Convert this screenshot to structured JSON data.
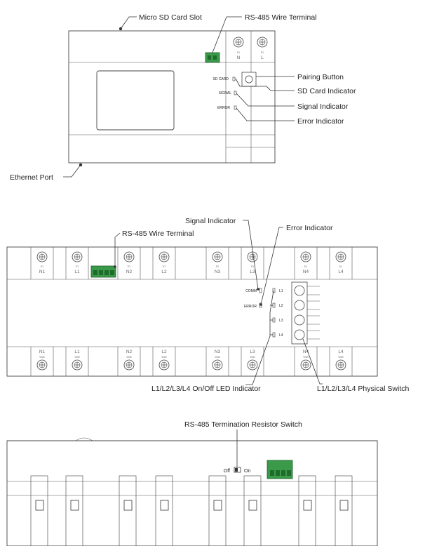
{
  "top_view": {
    "labels": {
      "micro_sd_slot": "Micro SD Card Slot",
      "rs485_terminal": "RS-485 Wire Terminal",
      "pairing_button": "Pairing Button",
      "sd_card_indicator": "SD Card Indicator",
      "signal_indicator": "Signal Indicator",
      "error_indicator": "Error Indicator",
      "ethernet_port": "Ethernet Port"
    },
    "led_texts": {
      "sd_card": "SD CARD",
      "signal": "SIGNAL",
      "error": "ERROR"
    },
    "terminals": [
      {
        "top": "In",
        "bottom": "N"
      },
      {
        "top": "In",
        "bottom": "L"
      }
    ]
  },
  "middle_view": {
    "labels": {
      "signal_indicator": "Signal Indicator",
      "rs485_terminal": "RS-485 Wire Terminal",
      "error_indicator": "Error Indicator",
      "led_indicator": "L1/L2/L3/L4 On/Off LED Indicator",
      "physical_switch": "L1/L2/L3/L4  Physical Switch"
    },
    "led_texts": {
      "comm": "COMM",
      "error": "ERROR"
    },
    "channel_leds": [
      "L1",
      "L2",
      "L3",
      "L4"
    ],
    "top_terminals": [
      {
        "top": "In",
        "bottom": "N1"
      },
      {
        "top": "In",
        "bottom": "L1"
      },
      {
        "top": "In",
        "bottom": "N2"
      },
      {
        "top": "In",
        "bottom": "L2"
      },
      {
        "top": "In",
        "bottom": "N3"
      },
      {
        "top": "In",
        "bottom": "L3"
      },
      {
        "top": "In",
        "bottom": "N4"
      },
      {
        "top": "In",
        "bottom": "L4"
      }
    ],
    "bottom_terminals": [
      {
        "top": "N1",
        "bottom": "Out"
      },
      {
        "top": "L1",
        "bottom": "Out"
      },
      {
        "top": "N2",
        "bottom": "Out"
      },
      {
        "top": "L2",
        "bottom": "Out"
      },
      {
        "top": "N3",
        "bottom": "Out"
      },
      {
        "top": "L3",
        "bottom": "Out"
      },
      {
        "top": "N4",
        "bottom": "Out"
      },
      {
        "top": "L4",
        "bottom": "Out"
      }
    ]
  },
  "bottom_view": {
    "labels": {
      "termination_switch": "RS-485 Termination Resistor Switch"
    },
    "switch_off": "Off",
    "switch_on": "On"
  }
}
